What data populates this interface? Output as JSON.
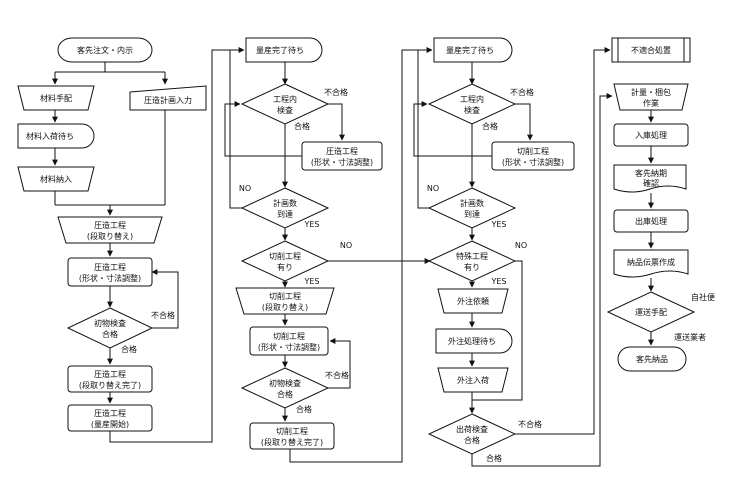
{
  "col1": {
    "start": "客先注文・内示",
    "material_arrange": "材料手配",
    "press_plan_input": "圧造計画入力",
    "material_wait": "材料入荷待ち",
    "material_receive": "材料納入",
    "press_setup": [
      "圧造工程",
      "(段取り替え)"
    ],
    "press_adjust": [
      "圧造工程",
      "(形状・寸法調整)"
    ],
    "first_inspection": [
      "初物検査",
      "合格"
    ],
    "ng": "不合格",
    "pass": "合格",
    "press_setup_done": [
      "圧造工程",
      "(段取り替え完了)"
    ],
    "press_mass_start": [
      "圧造工程",
      "(量産開始)"
    ]
  },
  "col2": {
    "wait": "量産完了待ち",
    "inprocess_inspection": [
      "工程内",
      "検査"
    ],
    "ng": "不合格",
    "pass": "合格",
    "press_adjust": [
      "圧造工程",
      "(形状・寸法調整)"
    ],
    "no": "NO",
    "quantity_reached": [
      "計画数",
      "到達"
    ],
    "yes": "YES",
    "cutting_exists": [
      "切削工程",
      "有り"
    ],
    "cut_setup": [
      "切削工程",
      "(段取り替え)"
    ],
    "cut_adjust": [
      "切削工程",
      "(形状・寸法調整)"
    ],
    "first_inspection": [
      "初物検査",
      "合格"
    ],
    "cut_setup_done": [
      "切削工程",
      "(段取り替え完了)"
    ]
  },
  "col3": {
    "wait": "量産完了待ち",
    "inprocess_inspection": [
      "工程内",
      "検査"
    ],
    "ng": "不合格",
    "pass": "合格",
    "cut_adjust": [
      "切削工程",
      "(形状・寸法調整)"
    ],
    "no": "NO",
    "yes": "YES",
    "quantity_reached": [
      "計画数",
      "到達"
    ],
    "special_exists": [
      "特殊工程",
      "有り"
    ],
    "outsource_request": "外注依頼",
    "outsource_wait": "外注処理待ち",
    "outsource_receive": "外注入荷",
    "shipping_inspection": [
      "出荷検査",
      "合格"
    ]
  },
  "col4": {
    "nonconforming": "不適合処置",
    "measure_pack": [
      "計量・梱包",
      "作業"
    ],
    "warehouse_in": "入庫処理",
    "delivery_confirm": [
      "客先納期",
      "確認"
    ],
    "warehouse_out": "出庫処理",
    "delivery_slip": "納品伝票作成",
    "transport": "運送手配",
    "own_company": "自社便",
    "carrier": "運送業者",
    "customer_delivery": "客先納品"
  }
}
